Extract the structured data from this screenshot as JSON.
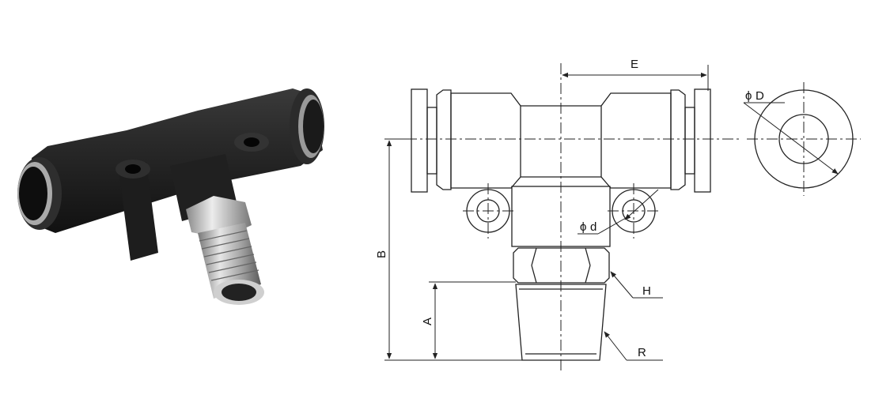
{
  "product": {
    "image_label": "",
    "body_color": "#1e1e1e",
    "thread_color": "#b9b9b9"
  },
  "drawing": {
    "line_color": "#222222",
    "dimensions": {
      "E": "E",
      "phiD_symbol": "ϕ",
      "phiD_letter": "D",
      "phid_symbol": "ϕ",
      "phid_letter": "d",
      "B": "B",
      "A": "A",
      "H": "H",
      "R": "R"
    }
  }
}
